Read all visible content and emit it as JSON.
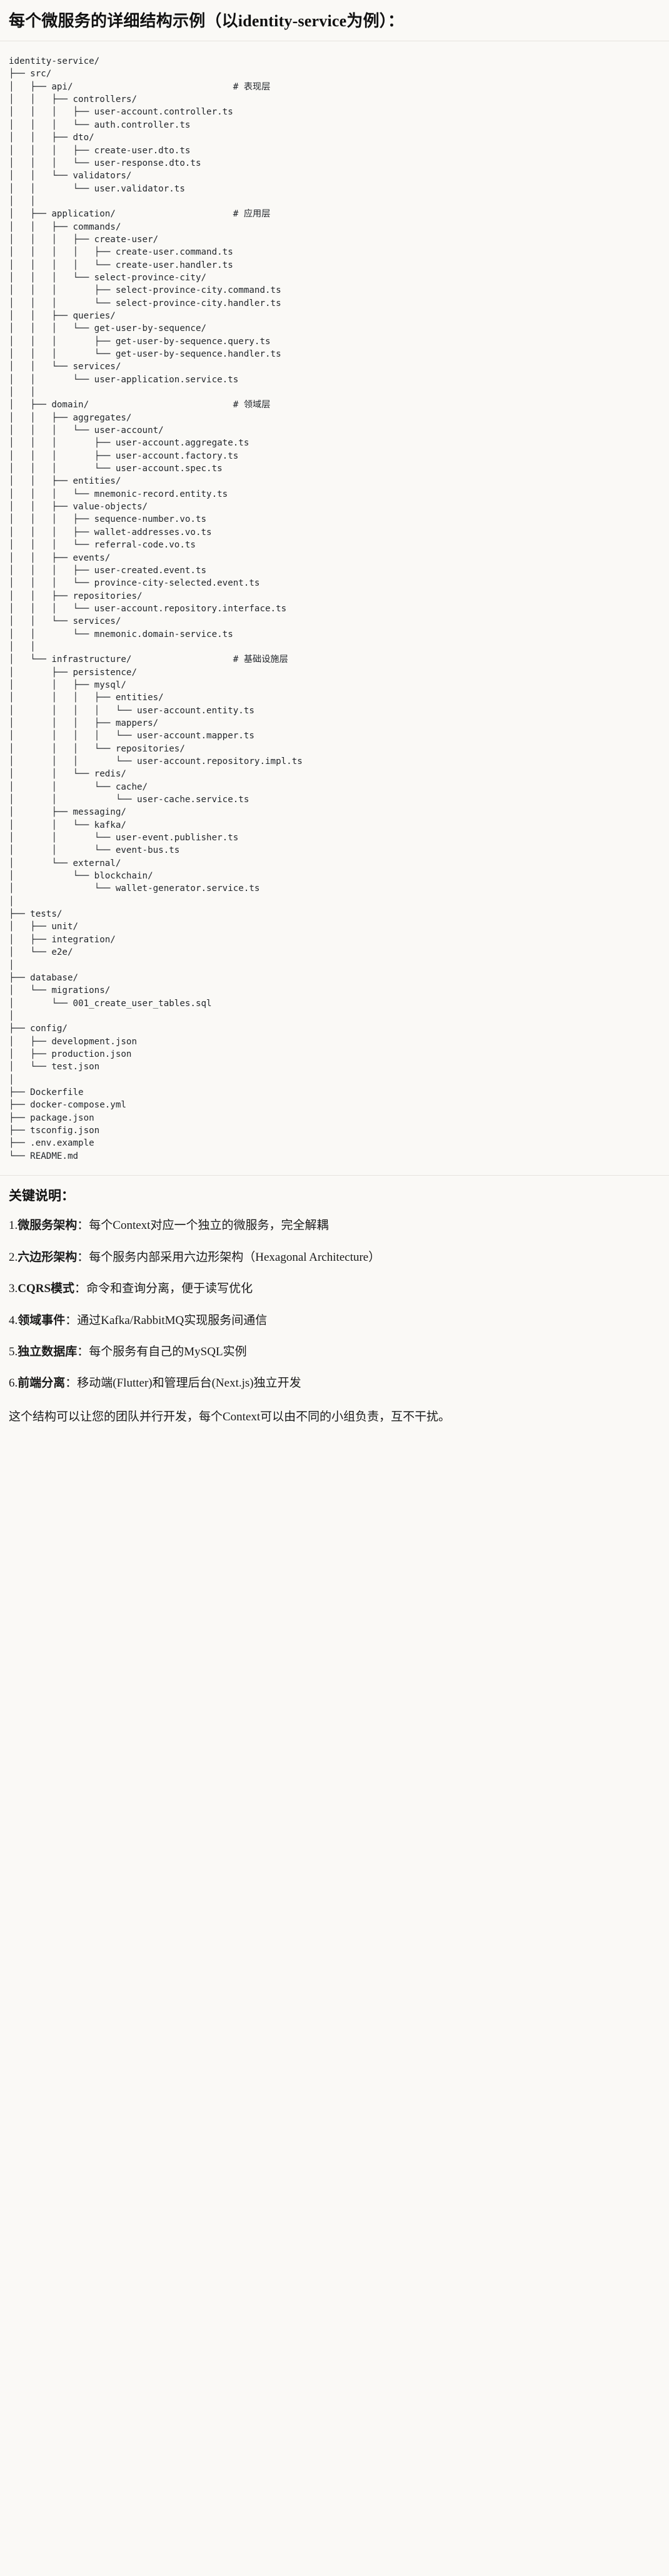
{
  "header": {
    "title": "每个微服务的详细结构示例（以identity-service为例）："
  },
  "tree": {
    "root": "identity-service/",
    "text": "identity-service/\n├── src/\n│   ├── api/                              # 表现层\n│   │   ├── controllers/\n│   │   │   ├── user-account.controller.ts\n│   │   │   └── auth.controller.ts\n│   │   ├── dto/\n│   │   │   ├── create-user.dto.ts\n│   │   │   └── user-response.dto.ts\n│   │   └── validators/\n│   │       └── user.validator.ts\n│   │\n│   ├── application/                      # 应用层\n│   │   ├── commands/\n│   │   │   ├── create-user/\n│   │   │   │   ├── create-user.command.ts\n│   │   │   │   └── create-user.handler.ts\n│   │   │   └── select-province-city/\n│   │   │       ├── select-province-city.command.ts\n│   │   │       └── select-province-city.handler.ts\n│   │   ├── queries/\n│   │   │   └── get-user-by-sequence/\n│   │   │       ├── get-user-by-sequence.query.ts\n│   │   │       └── get-user-by-sequence.handler.ts\n│   │   └── services/\n│   │       └── user-application.service.ts\n│   │\n│   ├── domain/                           # 领域层\n│   │   ├── aggregates/\n│   │   │   └── user-account/\n│   │   │       ├── user-account.aggregate.ts\n│   │   │       ├── user-account.factory.ts\n│   │   │       └── user-account.spec.ts\n│   │   ├── entities/\n│   │   │   └── mnemonic-record.entity.ts\n│   │   ├── value-objects/\n│   │   │   ├── sequence-number.vo.ts\n│   │   │   ├── wallet-addresses.vo.ts\n│   │   │   └── referral-code.vo.ts\n│   │   ├── events/\n│   │   │   ├── user-created.event.ts\n│   │   │   └── province-city-selected.event.ts\n│   │   ├── repositories/\n│   │   │   └── user-account.repository.interface.ts\n│   │   └── services/\n│   │       └── mnemonic.domain-service.ts\n│   │\n│   └── infrastructure/                   # 基础设施层\n│       ├── persistence/\n│       │   ├── mysql/\n│       │   │   ├── entities/\n│       │   │   │   └── user-account.entity.ts\n│       │   │   ├── mappers/\n│       │   │   │   └── user-account.mapper.ts\n│       │   │   └── repositories/\n│       │   │       └── user-account.repository.impl.ts\n│       │   └── redis/\n│       │       └── cache/\n│       │           └── user-cache.service.ts\n│       ├── messaging/\n│       │   └── kafka/\n│       │       └── user-event.publisher.ts\n│       │       └── event-bus.ts\n│       └── external/\n│           └── blockchain/\n│               └── wallet-generator.service.ts\n│\n├── tests/\n│   ├── unit/\n│   ├── integration/\n│   └── e2e/\n│\n├── database/\n│   └── migrations/\n│       └── 001_create_user_tables.sql\n│\n├── config/\n│   ├── development.json\n│   ├── production.json\n│   └── test.json\n│\n├── Dockerfile\n├── docker-compose.yml\n├── package.json\n├── tsconfig.json\n├── .env.example\n└── README.md",
    "layer_comments": [
      "# 表现层",
      "# 应用层",
      "# 领域层",
      "# 基础设施层"
    ]
  },
  "notes": {
    "heading": "关键说明：",
    "items": [
      {
        "num": "1.",
        "term": "微服务架构",
        "sep": "：",
        "desc": "每个Context对应一个独立的微服务，完全解耦"
      },
      {
        "num": "2.",
        "term": "六边形架构",
        "sep": "：",
        "desc": "每个服务内部采用六边形架构（Hexagonal Architecture）"
      },
      {
        "num": "3.",
        "term": "CQRS模式",
        "sep": "：",
        "desc": "命令和查询分离，便于读写优化"
      },
      {
        "num": "4.",
        "term": "领域事件",
        "sep": "：",
        "desc": "通过Kafka/RabbitMQ实现服务间通信"
      },
      {
        "num": "5.",
        "term": "独立数据库",
        "sep": "：",
        "desc": "每个服务有自己的MySQL实例"
      },
      {
        "num": "6.",
        "term": "前端分离",
        "sep": "：",
        "desc": "移动端(Flutter)和管理后台(Next.js)独立开发"
      }
    ],
    "closing": "这个结构可以让您的团队并行开发，每个Context可以由不同的小组负责，互不干扰。"
  },
  "colors": {
    "background": "#faf9f6",
    "text": "#1a1a1a",
    "code_text": "#22262b",
    "comment_text": "#4a4f55",
    "rule": "#e6e4de"
  }
}
